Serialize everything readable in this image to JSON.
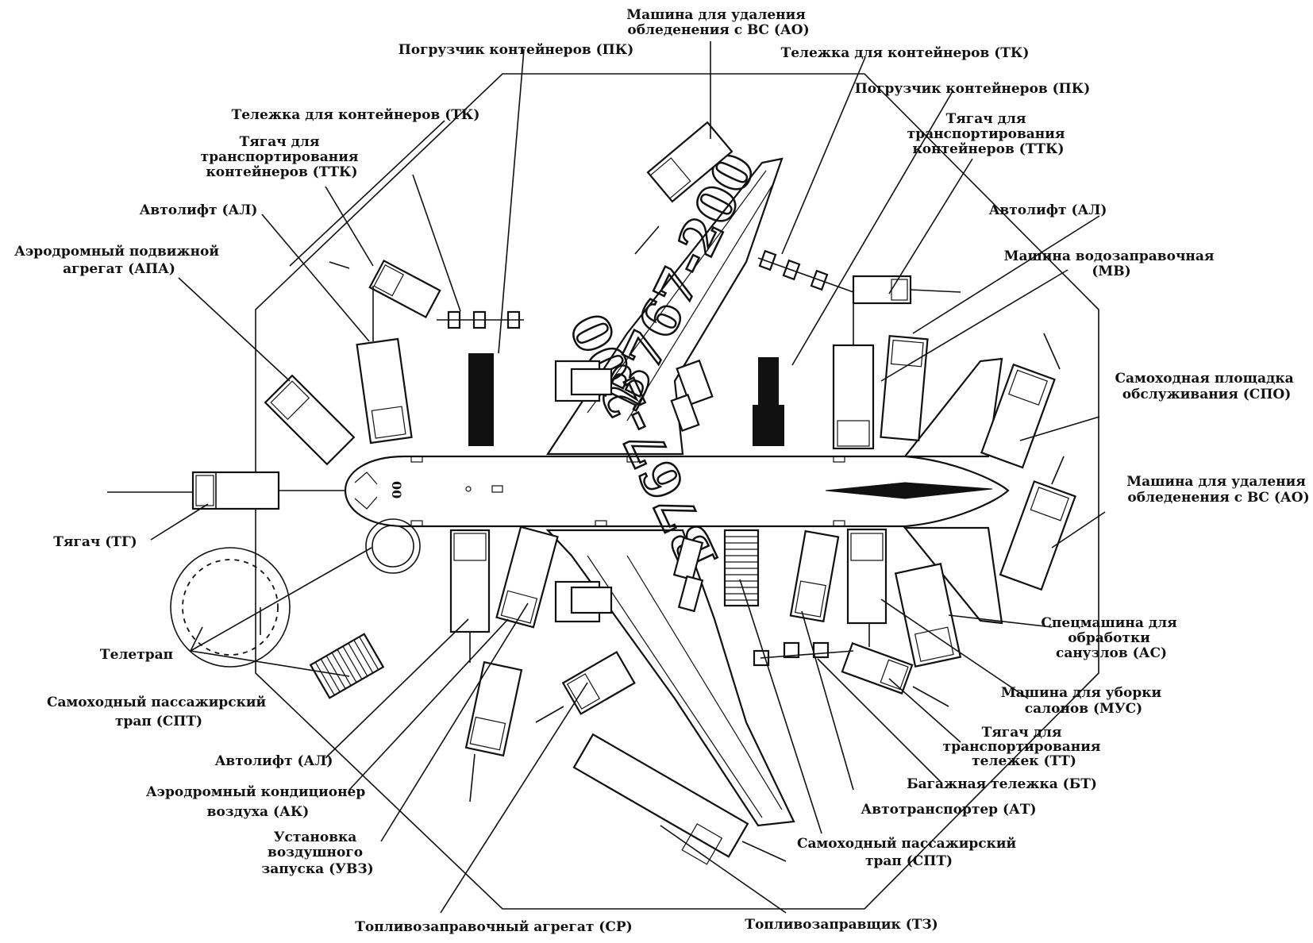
{
  "labels": {
    "ao_top": [
      "Машина для удаления",
      "обледенения с ВС (АО)"
    ],
    "pk_top": [
      "Погрузчик контейнеров (ПК)"
    ],
    "tk_top_right": [
      "Тележка для контейнеров (ТК)"
    ],
    "pk_right": [
      "Погрузчик контейнеров (ПК)"
    ],
    "tk_top_left": [
      "Тележка для контейнеров (ТК)"
    ],
    "ttk_left": [
      "Тягач для",
      "транспортирования",
      "контейнеров (ТТК)"
    ],
    "ttk_right": [
      "Тягач для",
      "транспортирования",
      "контейнеров (ТТК)"
    ],
    "al_left": [
      "Автолифт (АЛ)"
    ],
    "al_right": [
      "Автолифт (АЛ)"
    ],
    "apa": [
      "Аэродромный подвижной",
      "агрегат (АПА)"
    ],
    "mv": [
      "Машина водозаправочная",
      "(МВ)"
    ],
    "spo": [
      "Самоходная площадка",
      "обслуживания (СПО)"
    ],
    "ao_right": [
      "Машина для удаления",
      "обледенения с ВС (АО)"
    ],
    "tg": [
      "Тягач (ТГ)"
    ],
    "tele": [
      "Телетрап"
    ],
    "spt_left": [
      "Самоходный пассажирский",
      "трап (СПТ)"
    ],
    "al_bottom": [
      "Автолифт (АЛ)"
    ],
    "ak": [
      "Аэродромный кондиционер",
      "воздуха (АК)"
    ],
    "uvz": [
      "Установка",
      "воздушного",
      "запуска (УВЗ)"
    ],
    "sr": [
      "Топливозаправочный агрегат (СР)"
    ],
    "tz": [
      "Топливозаправщик (ТЗ)"
    ],
    "spt_bottom": [
      "Самоходный пассажирский",
      "трап (СПТ)"
    ],
    "at": [
      "Автотранспортер (АТ)"
    ],
    "bt": [
      "Багажная тележка (БТ)"
    ],
    "tt": [
      "Тягач для",
      "транспортирования",
      "тележек (ТТ)"
    ],
    "mus": [
      "Машина для уборки",
      "салонов (МУС)"
    ],
    "as": [
      "Спецмашина для",
      "обработки",
      "санузлов (АС)"
    ]
  },
  "aircraft": {
    "registration_top": "B767-200",
    "registration_bottom": "B767-200",
    "nose_mark": "00"
  }
}
